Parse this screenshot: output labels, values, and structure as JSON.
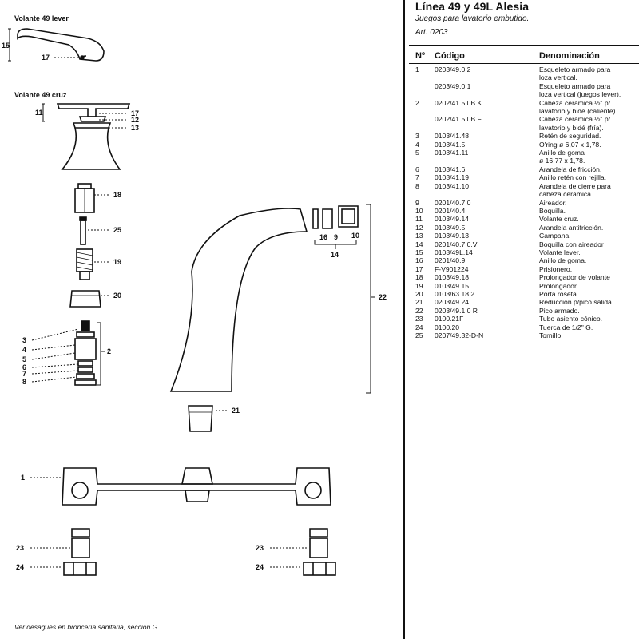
{
  "header": {
    "title": "Línea 49 y 49L Alesia",
    "subtitle": "Juegos para lavatorio embutido.",
    "article": "Art. 0203"
  },
  "table": {
    "headers": [
      "Nº",
      "Código",
      "Denominación"
    ],
    "rows": [
      {
        "num": "1",
        "code": "0203/49.0.2",
        "desc": "Esqueleto armado para\nloza vertical."
      },
      {
        "num": "",
        "code": "0203/49.0.1",
        "desc": "Esqueleto armado para\nloza vertical (juegos lever)."
      },
      {
        "num": "2",
        "code": "0202/41.5.0B K",
        "desc": "Cabeza cerámica ½\" p/\nlavatorio y bidé (caliente)."
      },
      {
        "num": "",
        "code": "0202/41.5.0B F",
        "desc": "Cabeza cerámica ½\" p/\nlavatorio y bidé (fría)."
      },
      {
        "num": "3",
        "code": "0103/41.48",
        "desc": "Retén de seguridad."
      },
      {
        "num": "4",
        "code": "0103/41.5",
        "desc": "O'ring ø 6,07 x 1,78."
      },
      {
        "num": "5",
        "code": "0103/41.11",
        "desc": "Anillo de goma\nø 16,77 x 1,78."
      },
      {
        "num": "6",
        "code": "0103/41.6",
        "desc": "Arandela de fricción."
      },
      {
        "num": "7",
        "code": "0103/41.19",
        "desc": "Anillo retén con rejilla."
      },
      {
        "num": "8",
        "code": "0103/41.10",
        "desc": "Arandela de cierre para\ncabeza cerámica."
      },
      {
        "num": "9",
        "code": "0201/40.7.0",
        "desc": "Aireador."
      },
      {
        "num": "10",
        "code": "0201/40.4",
        "desc": "Boquilla."
      },
      {
        "num": "11",
        "code": "0103/49.14",
        "desc": "Volante cruz."
      },
      {
        "num": "12",
        "code": "0103/49.5",
        "desc": "Arandela antifricción."
      },
      {
        "num": "13",
        "code": "0103/49.13",
        "desc": "Campana."
      },
      {
        "num": "14",
        "code": "0201/40.7.0.V",
        "desc": "Boquilla con aireador"
      },
      {
        "num": "15",
        "code": "0103/49L.14",
        "desc": "Volante lever."
      },
      {
        "num": "16",
        "code": "0201/40.9",
        "desc": "Anillo de goma."
      },
      {
        "num": "17",
        "code": "F-V901224",
        "desc": "Prisionero."
      },
      {
        "num": "18",
        "code": "0103/49.18",
        "desc": "Prolongador de volante"
      },
      {
        "num": "19",
        "code": "0103/49.15",
        "desc": "Prolongador."
      },
      {
        "num": "20",
        "code": "0103/63.18.2",
        "desc": "Porta roseta."
      },
      {
        "num": "21",
        "code": "0203/49.24",
        "desc": "Reducción p/pico salida."
      },
      {
        "num": "22",
        "code": "0203/49.1.0 R",
        "desc": "Pico armado."
      },
      {
        "num": "23",
        "code": "0100.21F",
        "desc": "Tubo asiento cónico."
      },
      {
        "num": "24",
        "code": "0100.20",
        "desc": "Tuerca de 1/2\" G."
      },
      {
        "num": "25",
        "code": "0207/49.32-D-N",
        "desc": "Tornillo."
      }
    ]
  },
  "drawing": {
    "volante_lever_label": "Volante 49 lever",
    "volante_cruz_label": "Volante 49 cruz",
    "footnote": "Ver desagües en broncería sanitaria, sección G.",
    "callouts": {
      "c15": "15",
      "c17a": "17",
      "c11": "11",
      "c17b": "17",
      "c12": "12",
      "c13": "13",
      "c18": "18",
      "c25": "25",
      "c19": "19",
      "c20": "20",
      "c3": "3",
      "c4": "4",
      "c5": "5",
      "c6": "6",
      "c7": "7",
      "c8": "8",
      "c2": "2",
      "c16": "16",
      "c9": "9",
      "c10": "10",
      "c14": "14",
      "c22": "22",
      "c21": "21",
      "c1": "1",
      "c23a": "23",
      "c24a": "24",
      "c23b": "23",
      "c24b": "24"
    }
  }
}
